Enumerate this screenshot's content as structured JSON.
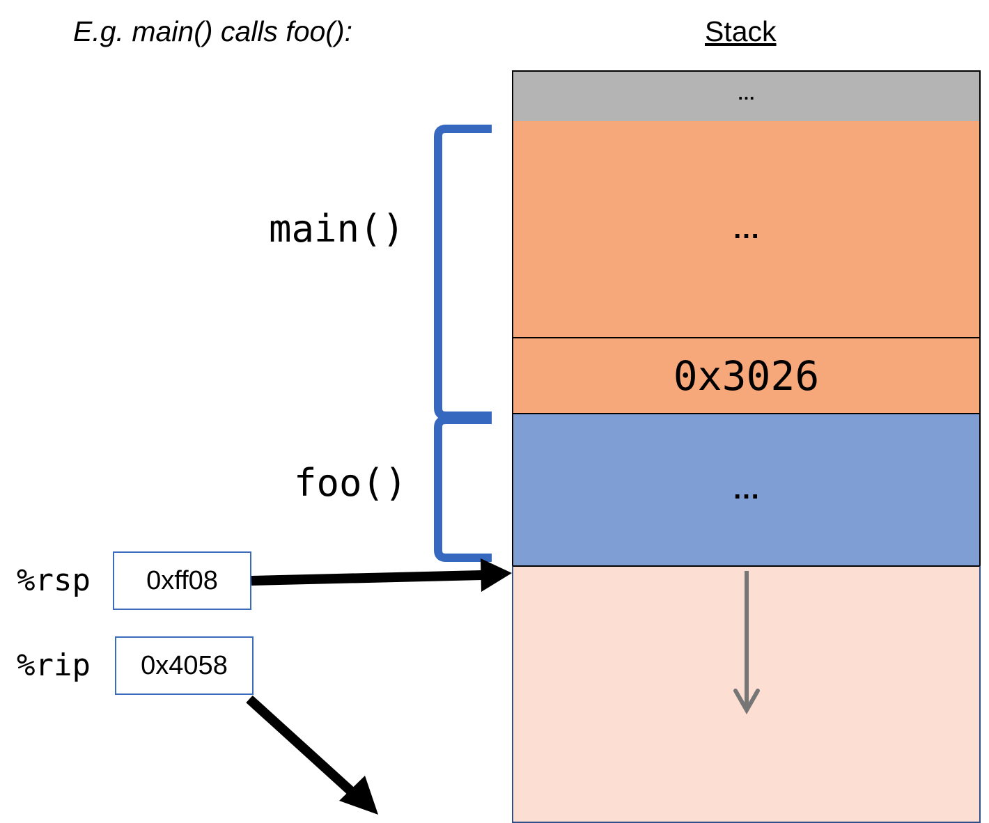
{
  "caption": "E.g. main() calls foo():",
  "stack": {
    "title": "Stack",
    "cells": {
      "top": "…",
      "main_body": "…",
      "return_address": "0x3026",
      "foo_body": "…"
    }
  },
  "frames": {
    "main_label": "main()",
    "foo_label": "foo()"
  },
  "registers": {
    "rsp": {
      "label": "%rsp",
      "value": "0xff08"
    },
    "rip": {
      "label": "%rip",
      "value": "0x4058"
    }
  },
  "colors": {
    "stack_top": "#b4b4b4",
    "main_frame": "#f7a87b",
    "foo_frame": "#7f9fd4",
    "free_space": "#fcdfd2",
    "brace": "#3568be",
    "register_border": "#3a6bbd",
    "growth_arrow": "#767676"
  }
}
